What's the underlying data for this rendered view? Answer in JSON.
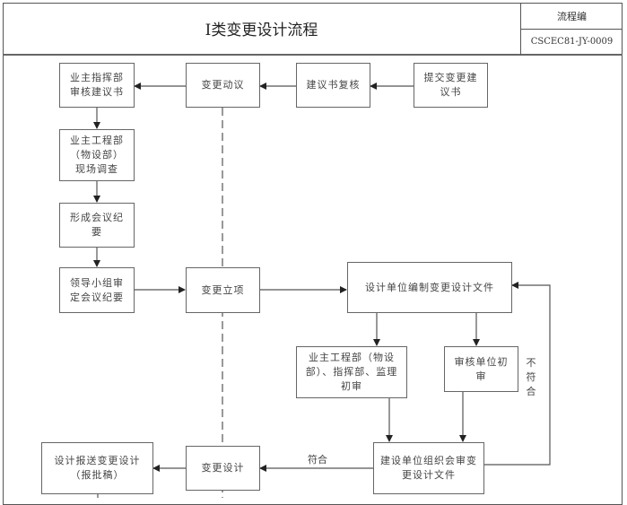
{
  "header": {
    "title": "Ⅰ类变更设计流程",
    "code_label": "流程编",
    "code_value": "CSCEC81-JY-0009"
  },
  "nodes": {
    "owner_hq_review": "业主指挥部审核建议书",
    "change_proposal": "变更动议",
    "proposal_recheck": "建议书复核",
    "submit_proposal": "提交变更建议书",
    "site_survey": "业主工程部（物设部）现场调查",
    "meeting_minutes": "形成会议纪要",
    "leader_approve": "领导小组审定会议纪要",
    "change_initiation": "变更立项",
    "design_prepare": "设计单位编制变更设计文件",
    "owner_prelim_review": "业主工程部（物设部）、指挥部、监理初审",
    "audit_prelim_review": "审核单位初审",
    "org_review": "建设单位组织会审变更设计文件",
    "change_design": "变更设计",
    "design_submit": "设计报送变更设计（报批稿）"
  },
  "edge_labels": {
    "pass": "符合",
    "fail": "不符合"
  }
}
